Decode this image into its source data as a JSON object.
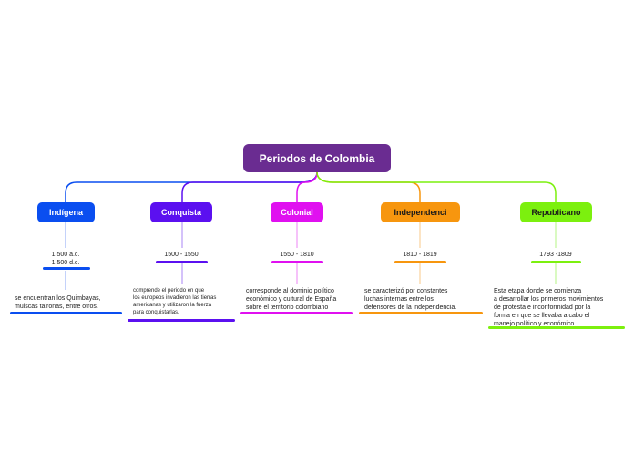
{
  "root": {
    "title": "Periodos de Colombia",
    "color": "#6a2c91"
  },
  "periods": [
    {
      "label": "Indígena",
      "dates": "1.500 a.c.\n1.500 d.c.",
      "description": "se encuentran los Quimbayas,\nmuiscas  taironas, entre otros.",
      "color": "#0a4ef0",
      "text_color": "#ffffff"
    },
    {
      "label": "Conquista",
      "dates": "1500 - 1550",
      "description": "comprende el periodo en que\nlos europeos invadieron las tierras\namericanas y utilizaron la fuerza\npara conquistarlas.",
      "color": "#5b10f0",
      "text_color": "#ffffff"
    },
    {
      "label": "Colonial",
      "dates": "1550 - 1810",
      "description": "corresponde al dominio político\neconómico y cultural de España\nsobre el territorio colombiano",
      "color": "#e010f0",
      "text_color": "#ffffff"
    },
    {
      "label": "Independenci",
      "dates": "1810 - 1819",
      "description": "se caracterizó por constantes\nluchas internas entre los\ndefensores de la independencia.",
      "color": "#f7960e",
      "text_color": "#1a1a1a"
    },
    {
      "label": "Republicano",
      "dates": "1793 -1809",
      "description": "Esta etapa donde se comienza\na desarrollar los primeros movimientos\nde protesta e inconformidad por la\nforma en que se llevaba a cabo el\n manejo político y económico",
      "color": "#7cf00e",
      "text_color": "#1a1a1a"
    }
  ]
}
